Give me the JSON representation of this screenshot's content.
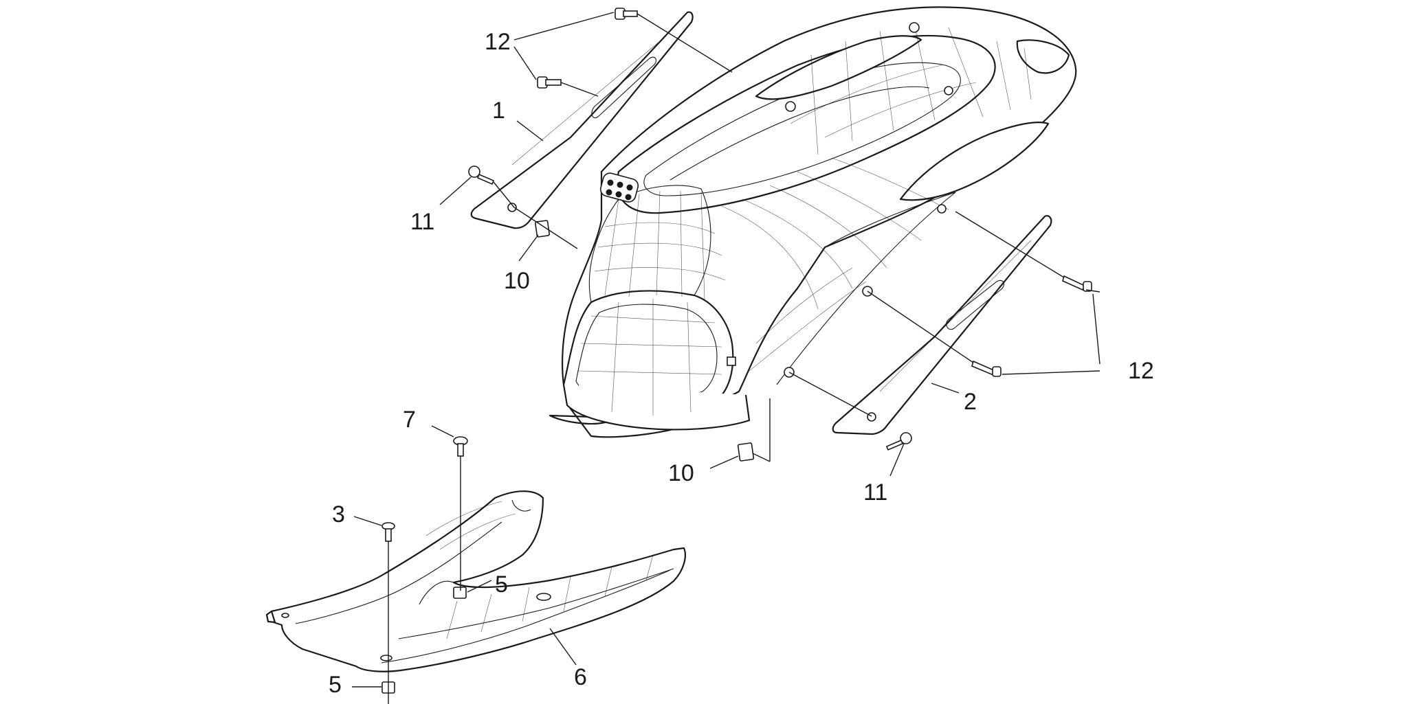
{
  "callouts": {
    "c12_top": "12",
    "c1": "1",
    "c11_left": "11",
    "c10_left": "10",
    "c12_right": "12",
    "c2": "2",
    "c11_right": "11",
    "c10_bottom": "10",
    "c7": "7",
    "c3": "3",
    "c5_upper": "5",
    "c5_lower": "5",
    "c6": "6"
  },
  "colors": {
    "line": "#1a1a1a",
    "background": "#ffffff"
  }
}
